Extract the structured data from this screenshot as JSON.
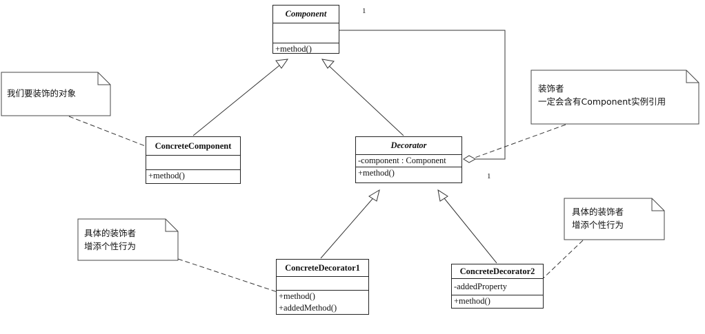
{
  "classes": {
    "component": {
      "name": "Component",
      "method": "+method()"
    },
    "concrete_component": {
      "name": "ConcreteComponent",
      "method": "+method()"
    },
    "decorator": {
      "name": "Decorator",
      "attribute": "-component : Component",
      "method": "+method()"
    },
    "concrete_decorator1": {
      "name": "ConcreteDecorator1",
      "methods": [
        "+method()",
        "+addedMethod()"
      ]
    },
    "concrete_decorator2": {
      "name": "ConcreteDecorator2",
      "attribute": "-addedProperty",
      "method": "+method()"
    }
  },
  "notes": {
    "decorated_object": "我们要装饰的对象",
    "decorator_note": [
      "装饰者",
      "一定会含有Component实例引用"
    ],
    "concrete_decorator1_note": [
      "具体的装饰者",
      "增添个性行为"
    ],
    "concrete_decorator2_note": [
      "具体的装饰者",
      "增添个性行为"
    ]
  },
  "multiplicity": {
    "top": "1",
    "bottom": "1"
  }
}
